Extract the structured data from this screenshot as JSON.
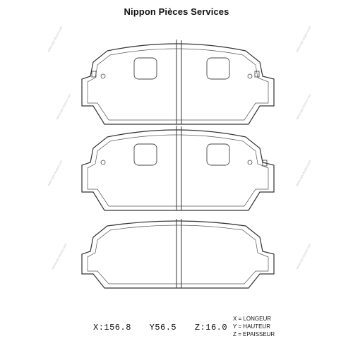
{
  "brand": "Nippon Pièces Services",
  "dimensions": {
    "x": "X:156.8",
    "y": "Y56.5",
    "z": "Z:16.0"
  },
  "legend": {
    "x": "X = LONGEUR",
    "y": "Y = HAUTEUR",
    "z": "Z = EPAISSEUR"
  },
  "watermark": "www.nps-brand.com",
  "colors": {
    "line": "#333333",
    "text": "#111111",
    "watermark": "#c8c8c8"
  }
}
